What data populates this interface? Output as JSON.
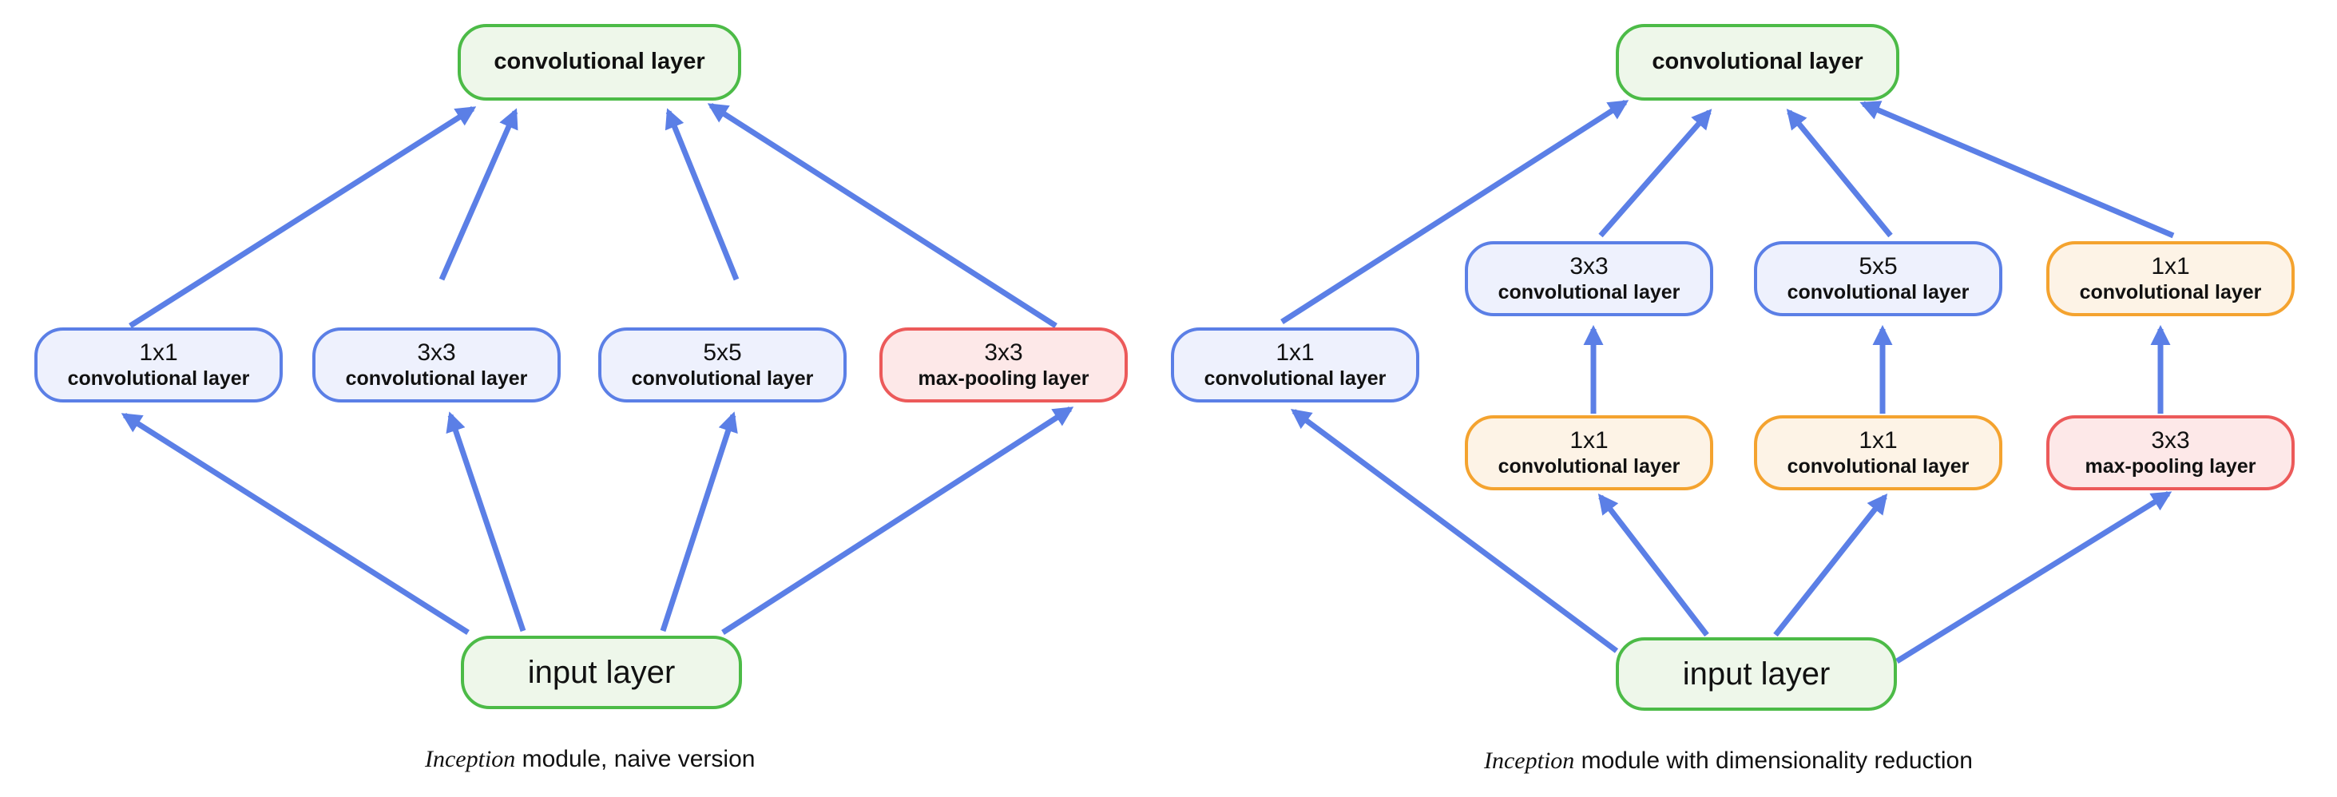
{
  "left": {
    "caption": {
      "italic": "Inception",
      "rest": " module, naive version"
    },
    "top": {
      "label": "convolutional layer"
    },
    "input": {
      "label": "input layer"
    },
    "branches": [
      {
        "line1": "1x1",
        "line2": "convolutional layer"
      },
      {
        "line1": "3x3",
        "line2": "convolutional layer"
      },
      {
        "line1": "5x5",
        "line2": "convolutional layer"
      },
      {
        "line1": "3x3",
        "line2": "max-pooling layer"
      }
    ]
  },
  "right": {
    "caption": {
      "italic": "Inception",
      "rest": " module with dimensionality reduction"
    },
    "top": {
      "label": "convolutional layer"
    },
    "input": {
      "label": "input layer"
    },
    "upper": [
      {
        "line1": "1x1",
        "line2": "convolutional layer"
      },
      {
        "line1": "3x3",
        "line2": "convolutional layer"
      },
      {
        "line1": "5x5",
        "line2": "convolutional layer"
      },
      {
        "line1": "1x1",
        "line2": "convolutional layer"
      }
    ],
    "lower": [
      {
        "line1": "1x1",
        "line2": "convolutional layer"
      },
      {
        "line1": "1x1",
        "line2": "convolutional layer"
      },
      {
        "line1": "3x3",
        "line2": "max-pooling layer"
      }
    ]
  },
  "colors": {
    "arrow": "#5b7fe6",
    "green_border": "#4cbb47",
    "blue_border": "#5b7fe6",
    "orange_border": "#f4a32f",
    "red_border": "#ec5a5a"
  }
}
